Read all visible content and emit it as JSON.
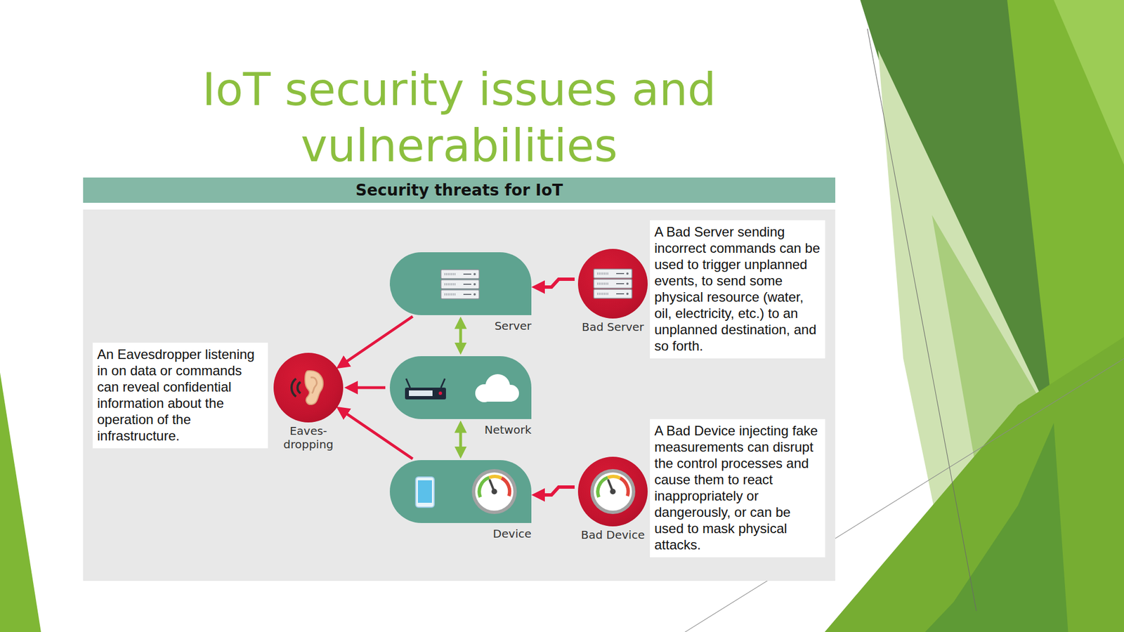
{
  "diagram": {
    "title": "IoT security issues and vulnerabilities",
    "nodes": [
      {
        "text": [
          "Security threats for IoT"
        ]
      },
      {
        "text": [
          "Server"
        ]
      },
      {
        "text": [
          "Bad Server"
        ]
      },
      {
        "text": [
          "A Bad Server sending incorrect commands can be used to trigger unplanned events, to send some physical resource (water, oil, electricity, etc.) to an unplanned destination, and so forth."
        ]
      },
      {
        "text": [
          "An Eavesdropper listening in on data or commands can reveal confidential information about the operation of the infrastructure."
        ]
      },
      {
        "text": [
          "Eaves- dropping"
        ]
      },
      {
        "text": [
          "Network"
        ]
      },
      {
        "text": [
          "Device"
        ]
      },
      {
        "text": [
          "Bad Device"
        ]
      },
      {
        "text": [
          "A Bad Device injecting fake measurements can disrupt the control processes and cause them to react inappropriately or dangerously, or can be used to mask physical attacks."
        ]
      }
    ],
    "edges": [
      {
        "from": 2,
        "to": 1,
        "arrow": "to"
      },
      {
        "from": 1,
        "to": 6,
        "arrow": "both"
      },
      {
        "from": 6,
        "to": 7,
        "arrow": "both"
      },
      {
        "from": 1,
        "to": 5,
        "arrow": "to"
      },
      {
        "from": 6,
        "to": 5,
        "arrow": "to"
      },
      {
        "from": 7,
        "to": 5,
        "arrow": "to"
      },
      {
        "from": 8,
        "to": 7,
        "arrow": "to"
      }
    ]
  }
}
